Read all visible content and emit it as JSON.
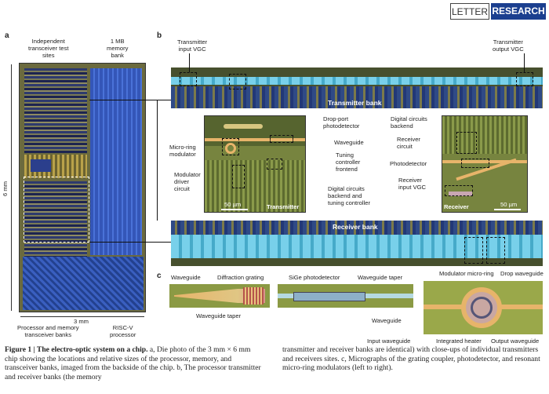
{
  "header": {
    "letter": "LETTER",
    "research": "RESEARCH"
  },
  "panels": {
    "a": "a",
    "b": "b",
    "c": "c"
  },
  "panel_a": {
    "test_sites": "Independent\ntransceiver test\nsites",
    "memory_bank": "1 MB\nmemory\nbank",
    "height_dim": "6 mm",
    "width_dim": "3 mm",
    "proc_mem_banks": "Processor and memory\ntransceiver banks",
    "riscv": "RISC-V\nprocessor"
  },
  "panel_b": {
    "tx_input_vgc": "Transmitter\ninput VGC",
    "tx_output_vgc": "Transmitter\noutput VGC",
    "tx_bank": "Transmitter bank",
    "rx_bank": "Receiver bank",
    "drop_port": "Drop-port\nphotodetector",
    "micro_ring": "Micro-ring\nmodulator",
    "waveguide": "Waveguide",
    "tuning_frontend": "Tuning\ncontroller\nfrontend",
    "mod_driver": "Modulator\ndriver\ncircuit",
    "digital_backend_tuning": "Digital circuits\nbackend and\ntuning controller",
    "scale_tx": "50 µm",
    "transmitter": "Transmitter",
    "digital_backend": "Digital circuits\nbackend",
    "receiver_circuit": "Receiver\ncircuit",
    "photodetector": "Photodetector",
    "rx_input_vgc": "Receiver\ninput VGC",
    "receiver": "Receiver",
    "scale_rx": "50 µm"
  },
  "panel_c": {
    "waveguide_1": "Waveguide",
    "diffraction_grating": "Diffraction grating",
    "waveguide_taper_1": "Waveguide taper",
    "sige_pd": "SiGe photodetector",
    "waveguide_taper_2": "Waveguide taper",
    "waveguide_2": "Waveguide",
    "mod_micro_ring": "Modulator micro-ring",
    "drop_waveguide": "Drop waveguide",
    "input_waveguide": "Input waveguide",
    "integrated_heater": "Integrated heater",
    "output_waveguide": "Output waveguide"
  },
  "caption": {
    "fig": "Figure 1 | The electro-optic system on a chip.",
    "col1": " a, Die photo of the 3 mm × 6 mm chip showing the locations and relative sizes of the processor, memory, and transceiver banks, imaged from the backside of the chip. b, The processor transmitter and receiver banks (the memory",
    "col2": "transmitter and receiver banks are identical) with close-ups of individual transmitters and receivers sites. c, Micrographs of the grating coupler, photodetector, and resonant micro-ring modulators (left to right)."
  },
  "colors": {
    "header_blue": "#1b3f8f",
    "chip_blue": "#3d63c9",
    "waveguide_cyan": "#49c0dc"
  }
}
